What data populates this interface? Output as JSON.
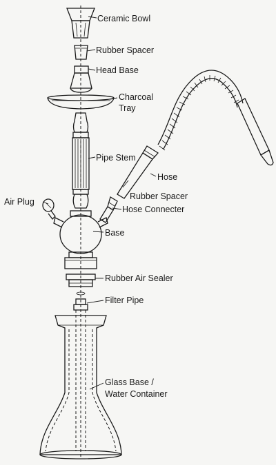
{
  "diagram": {
    "labels": {
      "ceramic_bowl": "Ceramic Bowl",
      "rubber_spacer_top": "Rubber Spacer",
      "head_base": "Head Base",
      "charcoal_tray_1": "Charcoal",
      "charcoal_tray_2": "Tray",
      "pipe_stem": "Pipe Stem",
      "hose": "Hose",
      "rubber_spacer_hose": "Rubber Spacer",
      "hose_connecter": "Hose Connecter",
      "air_plug": "Air Plug",
      "base": "Base",
      "rubber_air_sealer": "Rubber Air Sealer",
      "filter_pipe": "Filter Pipe",
      "glass_base_1": "Glass Base /",
      "glass_base_2": "Water Container"
    },
    "colors": {
      "ink": "#1a1a1a",
      "paper": "#f6f6f4"
    }
  }
}
